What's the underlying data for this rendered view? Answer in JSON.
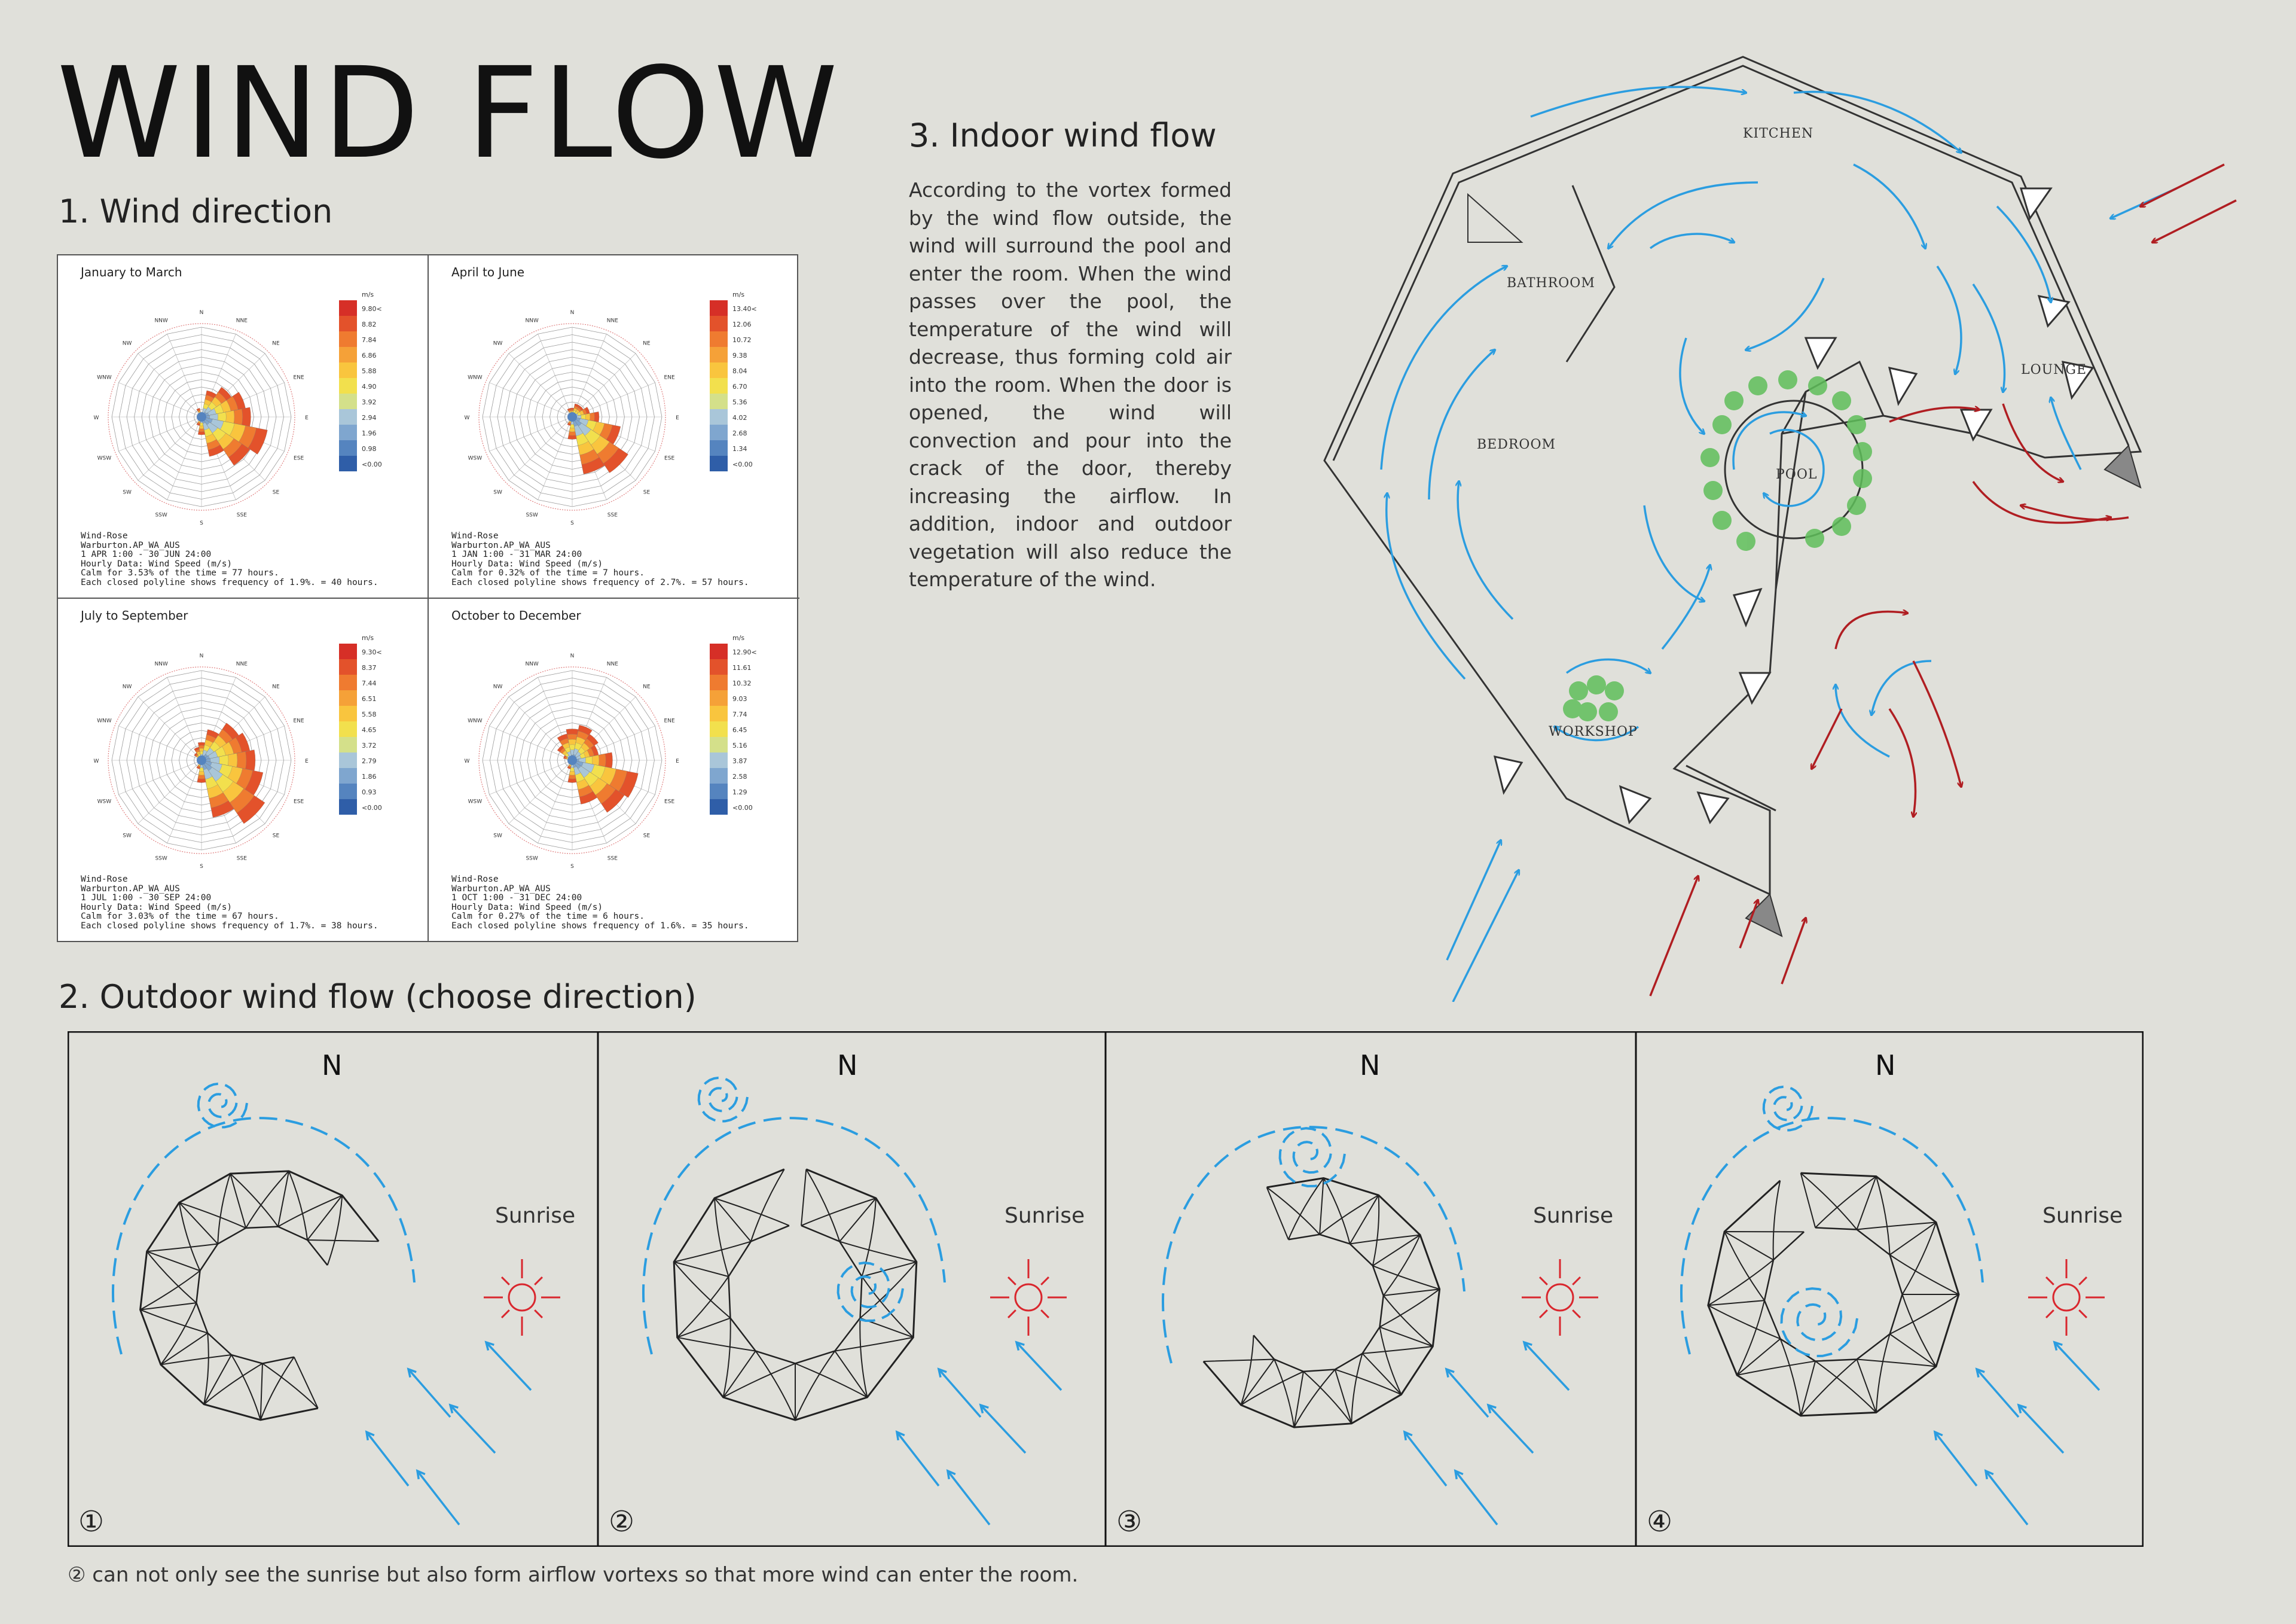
{
  "title": "WIND FLOW",
  "sections": {
    "wind_direction": "1. Wind direction",
    "outdoor": "2. Outdoor wind flow (choose direction)",
    "indoor": "3. Indoor wind flow"
  },
  "indoor_text": "According to the vortex formed by the wind flow outside, the wind will surround the pool and enter the room. When the wind passes over the pool, the temperature of the wind will decrease, thus forming cold air into the room. When the door is opened, the wind will convection and pour into the crack of the door, thereby increasing the airflow. In addition, indoor and outdoor vegetation will also reduce the temperature of the wind.",
  "colors": {
    "background": "#e0e0da",
    "wind_blue": "#2b9de0",
    "warm_red": "#b01e22",
    "vegetation": "#5fbf5a",
    "sun": "#d9272e"
  },
  "directions": [
    "N",
    "NNE",
    "NE",
    "ENE",
    "E",
    "ESE",
    "SE",
    "SSE",
    "S",
    "SSW",
    "SW",
    "WSW",
    "W",
    "WNW",
    "NW",
    "NNW"
  ],
  "wind_roses": [
    {
      "period": "January to March",
      "unit": "m/s",
      "legend": [
        "9.80<",
        "8.82",
        "7.84",
        "6.86",
        "5.88",
        "4.90",
        "3.92",
        "2.94",
        "1.96",
        "0.98",
        "<0.00"
      ],
      "info": [
        "Wind-Rose",
        "Warburton.AP_WA_AUS",
        "1 APR 1:00 - 30 JUN 24:00",
        "Hourly Data: Wind Speed (m/s)",
        "Calm for 3.53% of the time = 77 hours.",
        "Each closed polyline shows frequency of 1.9%. = 40 hours."
      ],
      "petals": [
        0,
        0.3,
        0.4,
        0.5,
        0.55,
        0.75,
        0.65,
        0.45,
        0.2,
        0.1,
        0.05,
        0.05,
        0.05,
        0.05,
        0.05,
        0.1
      ]
    },
    {
      "period": "April to June",
      "unit": "m/s",
      "legend": [
        "13.40<",
        "12.06",
        "10.72",
        "9.38",
        "8.04",
        "6.70",
        "5.36",
        "4.02",
        "2.68",
        "1.34",
        "<0.00"
      ],
      "info": [
        "Wind-Rose",
        "Warburton.AP_WA_AUS",
        "1 JAN 1:00 - 31 MAR 24:00",
        "Hourly Data: Wind Speed (m/s)",
        "Calm for 0.32% of the time = 7 hours.",
        "Each closed polyline shows frequency of 2.7%. = 57 hours."
      ],
      "petals": [
        0.1,
        0.15,
        0.15,
        0.2,
        0.3,
        0.55,
        0.75,
        0.65,
        0.25,
        0.1,
        0.05,
        0.05,
        0.05,
        0.05,
        0.05,
        0.1
      ]
    },
    {
      "period": "July to September",
      "unit": "m/s",
      "legend": [
        "9.30<",
        "8.37",
        "7.44",
        "6.51",
        "5.58",
        "4.65",
        "3.72",
        "2.79",
        "1.86",
        "0.93",
        "<0.00"
      ],
      "info": [
        "Wind-Rose",
        "Warburton.AP_WA_AUS",
        "1 JUL 1:00 - 30 SEP 24:00",
        "Hourly Data: Wind Speed (m/s)",
        "Calm for 3.03% of the time = 67 hours.",
        "Each closed polyline shows frequency of 1.7%. = 38 hours."
      ],
      "petals": [
        0.2,
        0.35,
        0.5,
        0.55,
        0.6,
        0.7,
        0.85,
        0.65,
        0.25,
        0.1,
        0.05,
        0.05,
        0.05,
        0.05,
        0.1,
        0.15
      ]
    },
    {
      "period": "October to December",
      "unit": "m/s",
      "legend": [
        "12.90<",
        "11.61",
        "10.32",
        "9.03",
        "7.74",
        "6.45",
        "5.16",
        "3.87",
        "2.58",
        "1.29",
        "<0.00"
      ],
      "info": [
        "Wind-Rose",
        "Warburton.AP_WA_AUS",
        "1 OCT 1:00 - 31 DEC 24:00",
        "Hourly Data: Wind Speed (m/s)",
        "Calm for 0.27% of the time = 6 hours.",
        "Each closed polyline shows frequency of 1.6%. = 35 hours."
      ],
      "petals": [
        0.35,
        0.4,
        0.35,
        0.3,
        0.45,
        0.75,
        0.7,
        0.5,
        0.25,
        0.1,
        0.05,
        0.05,
        0.05,
        0.1,
        0.2,
        0.3
      ]
    }
  ],
  "legend_colors": [
    "#d62f27",
    "#e3522b",
    "#ef7b30",
    "#f5a138",
    "#f9c53e",
    "#f2e04d",
    "#d4e08a",
    "#a9c6d9",
    "#7fa6cf",
    "#5584bf",
    "#2f5ea8"
  ],
  "outdoor": {
    "north_label": "N",
    "sunrise_label": "Sunrise",
    "options": [
      "①",
      "②",
      "③",
      "④"
    ]
  },
  "footnote": "② can not only see the sunrise but also form airflow vortexs so that more wind can enter the room.",
  "rooms": {
    "kitchen": "KITCHEN",
    "bathroom": "BATHROOM",
    "lounge": "LOUNGE",
    "bedroom": "BEDROOM",
    "pool": "POOL",
    "workshop": "WORKSHOP"
  }
}
